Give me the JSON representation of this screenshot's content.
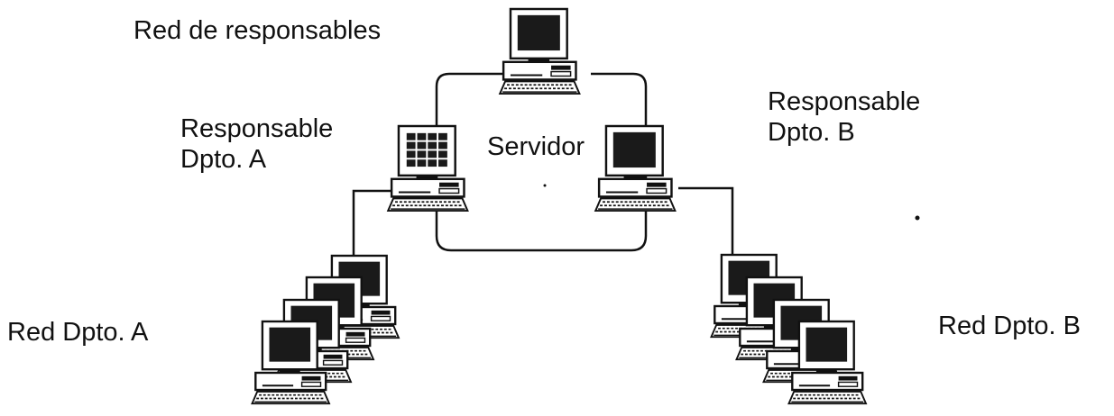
{
  "labels": {
    "network_managers": "Red de responsables",
    "manager_a_line1": "Responsable",
    "manager_a_line2": "Dpto. A",
    "server": "Servidor",
    "manager_b_line1": "Responsable",
    "manager_b_line2": "Dpto. B",
    "network_a": "Red Dpto. A",
    "network_b": "Red Dpto. B"
  },
  "colors": {
    "ink": "#111111",
    "screen": "#1a1a1a",
    "paper": "#ffffff"
  },
  "icons": {
    "server": "desktop-computer-icon",
    "manager_a": "desktop-computer-grid-screen-icon",
    "manager_b": "desktop-computer-icon",
    "workstation": "desktop-computer-icon"
  }
}
